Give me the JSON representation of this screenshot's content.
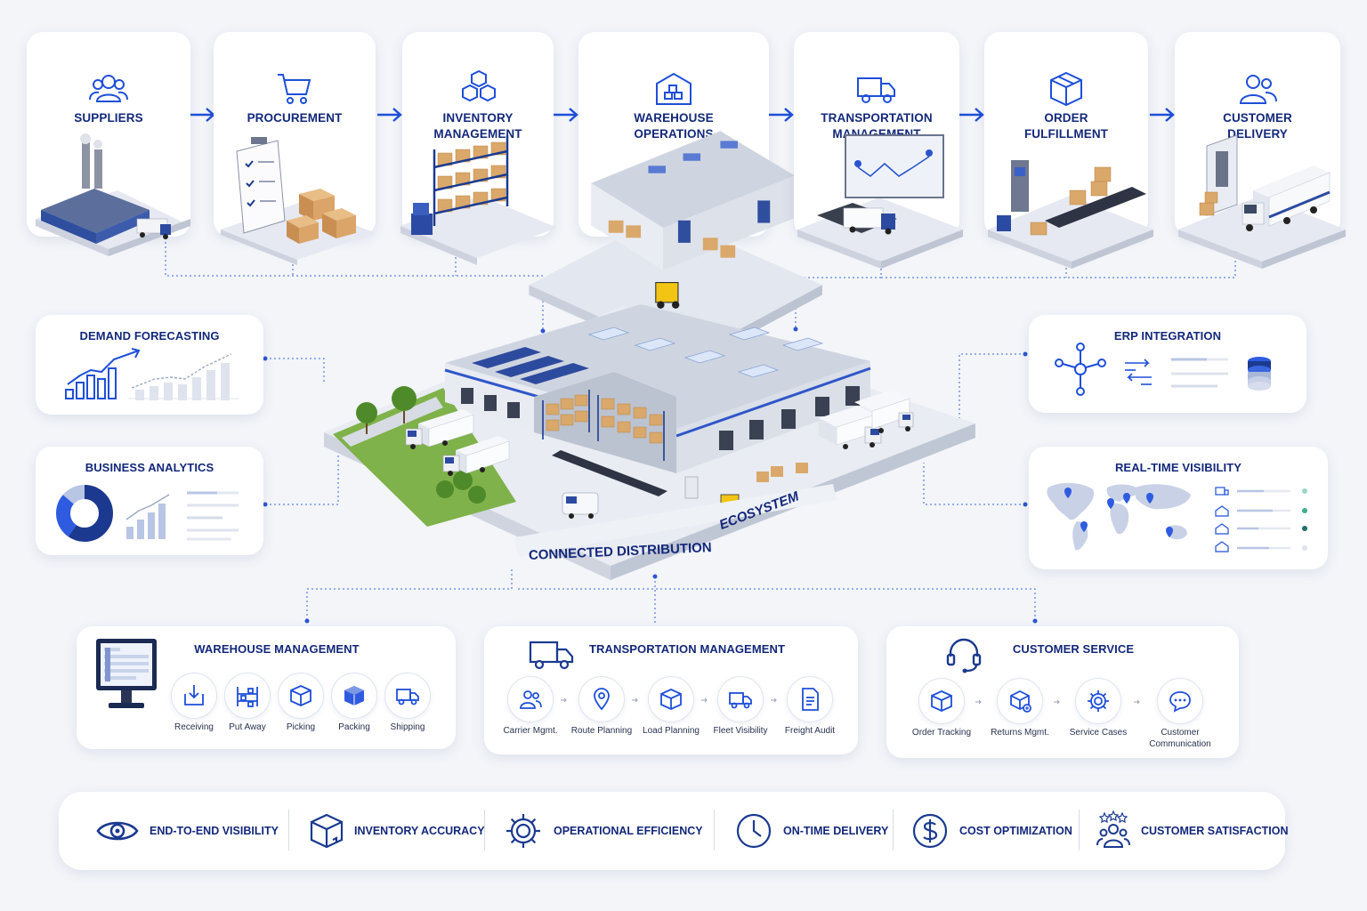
{
  "stages": [
    {
      "title": "SUPPLIERS",
      "icon": "users-icon"
    },
    {
      "title": "PROCUREMENT",
      "icon": "cart-icon"
    },
    {
      "title": "INVENTORY\nMANAGEMENT",
      "icon": "boxes-icon"
    },
    {
      "title": "WAREHOUSE\nOPERATIONS",
      "icon": "warehouse-icon"
    },
    {
      "title": "TRANSPORTATION\nMANAGEMENT",
      "icon": "truck-icon"
    },
    {
      "title": "ORDER\nFULFILLMENT",
      "icon": "package-icon"
    },
    {
      "title": "CUSTOMER\nDELIVERY",
      "icon": "customer-icon"
    }
  ],
  "left_panels": {
    "demand_forecasting": "DEMAND FORECASTING",
    "business_analytics": "BUSINESS ANALYTICS"
  },
  "right_panels": {
    "erp_integration": "ERP INTEGRATION",
    "real_time_visibility": "REAL-TIME VISIBILITY"
  },
  "center": {
    "banner_part1": "CONNECTED DISTRIBUTION",
    "banner_part2": "ECOSYSTEM"
  },
  "modules": {
    "warehouse_management": {
      "title": "WAREHOUSE MANAGEMENT",
      "items": [
        "Receiving",
        "Put Away",
        "Picking",
        "Packing",
        "Shipping"
      ]
    },
    "transportation_management": {
      "title": "TRANSPORTATION MANAGEMENT",
      "items": [
        "Carrier Mgmt.",
        "Route Planning",
        "Load Planning",
        "Fleet Visibility",
        "Freight Audit"
      ]
    },
    "customer_service": {
      "title": "CUSTOMER SERVICE",
      "items": [
        "Order Tracking",
        "Returns Mgmt.",
        "Service Cases",
        "Customer\nCommunication"
      ]
    }
  },
  "kpis": [
    {
      "label": "END-TO-END VISIBILITY",
      "icon": "eye-icon"
    },
    {
      "label": "INVENTORY ACCURACY",
      "icon": "box-icon"
    },
    {
      "label": "OPERATIONAL EFFICIENCY",
      "icon": "gear-icon"
    },
    {
      "label": "ON-TIME DELIVERY",
      "icon": "clock-icon"
    },
    {
      "label": "COST OPTIMIZATION",
      "icon": "dollar-icon"
    },
    {
      "label": "CUSTOMER SATISFACTION",
      "icon": "rated-customer-icon"
    }
  ],
  "colors": {
    "navy": "#13287a",
    "accent_blue": "#1e4fd8",
    "dark_blue": "#1b3a8f",
    "card_bg": "#ffffff",
    "page_bg": "#f3f5f9",
    "cardboard": "#d9a86a",
    "grass": "#7fb24a"
  }
}
